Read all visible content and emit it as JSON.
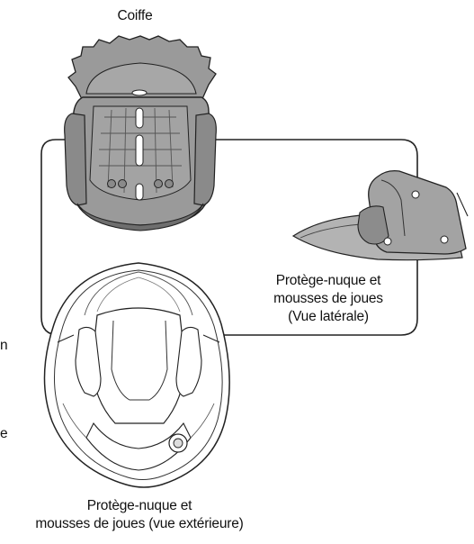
{
  "labels": {
    "coiffe": "Coiffe",
    "side_line1": "Protège-nuque et",
    "side_line2": "mousses de joues",
    "side_line3": "(Vue latérale)",
    "bottom_line1": "Protège-nuque et",
    "bottom_line2": "mousses de joues (vue extérieure)"
  },
  "edge_fragments": {
    "upper": "n",
    "lower": "e"
  },
  "colors": {
    "liner_fill": "#9a9a9a",
    "liner_dark": "#6e6e6e",
    "pad_fill": "#a3a3a3",
    "outline": "#222222",
    "connector": "#222222"
  }
}
